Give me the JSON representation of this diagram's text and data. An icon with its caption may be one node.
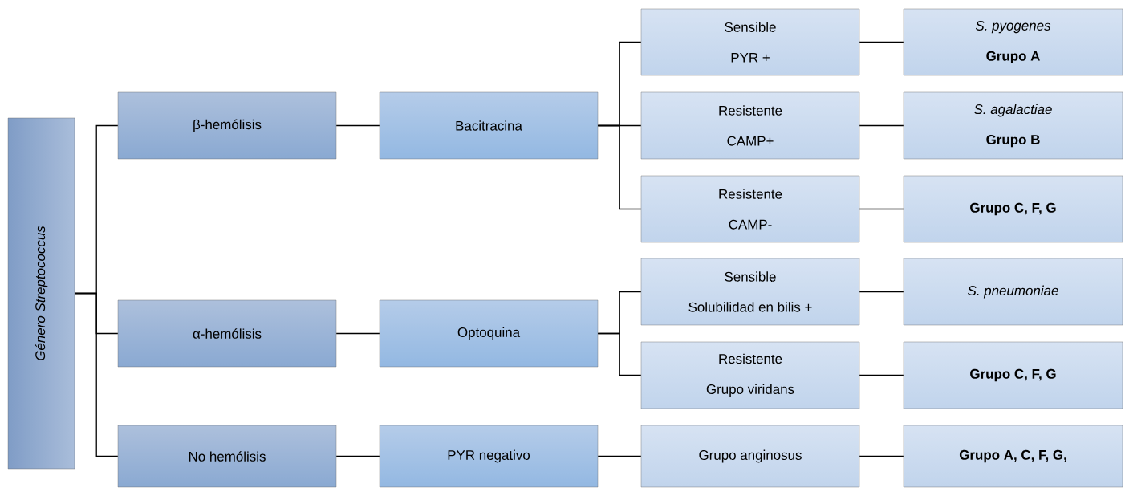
{
  "diagram": {
    "nodes": [
      {
        "text": [
          "Género Streptococcus"
        ]
      },
      {
        "text": [
          "β-hemólisis"
        ]
      },
      {
        "text": [
          "Bacitracina"
        ]
      },
      {
        "text": [
          "Sensible",
          "PYR +"
        ]
      },
      {
        "text": [
          "S. pyogenes",
          "Grupo A"
        ]
      },
      {
        "text": [
          "Resistente",
          "CAMP+"
        ]
      },
      {
        "text": [
          "S. agalactiae",
          "Grupo B"
        ]
      },
      {
        "text": [
          "Resistente",
          "CAMP-"
        ]
      },
      {
        "text": [
          "Grupo C, F, G"
        ]
      },
      {
        "text": [
          "α-hemólisis"
        ]
      },
      {
        "text": [
          "Optoquina"
        ]
      },
      {
        "text": [
          "Sensible",
          "Solubilidad en bilis +"
        ]
      },
      {
        "text": [
          "S. pneumoniae"
        ]
      },
      {
        "text": [
          "Resistente",
          "Grupo viridans"
        ]
      },
      {
        "text": [
          "Grupo C, F, G"
        ]
      },
      {
        "text": [
          "No hemólisis"
        ]
      },
      {
        "text": [
          "PYR negativo"
        ]
      },
      {
        "text": [
          "Grupo anginosus"
        ]
      },
      {
        "text": [
          "Grupo A, C, F, G,"
        ]
      }
    ],
    "edges": [
      {
        "from": 0,
        "to": 1,
        "arrow": "none"
      },
      {
        "from": 0,
        "to": 9,
        "arrow": "none"
      },
      {
        "from": 0,
        "to": 15,
        "arrow": "none"
      },
      {
        "from": 1,
        "to": 2,
        "arrow": "none"
      },
      {
        "from": 2,
        "to": 3,
        "arrow": "none"
      },
      {
        "from": 2,
        "to": 5,
        "arrow": "none"
      },
      {
        "from": 2,
        "to": 7,
        "arrow": "none"
      },
      {
        "from": 3,
        "to": 4,
        "arrow": "none"
      },
      {
        "from": 5,
        "to": 6,
        "arrow": "none"
      },
      {
        "from": 7,
        "to": 8,
        "arrow": "none"
      },
      {
        "from": 9,
        "to": 10,
        "arrow": "none"
      },
      {
        "from": 10,
        "to": 11,
        "arrow": "none"
      },
      {
        "from": 10,
        "to": 13,
        "arrow": "none"
      },
      {
        "from": 11,
        "to": 12,
        "arrow": "none"
      },
      {
        "from": 13,
        "to": 14,
        "arrow": "none"
      },
      {
        "from": 15,
        "to": 16,
        "arrow": "none"
      },
      {
        "from": 16,
        "to": 17,
        "arrow": "none"
      },
      {
        "from": 17,
        "to": 18,
        "arrow": "none"
      }
    ]
  }
}
